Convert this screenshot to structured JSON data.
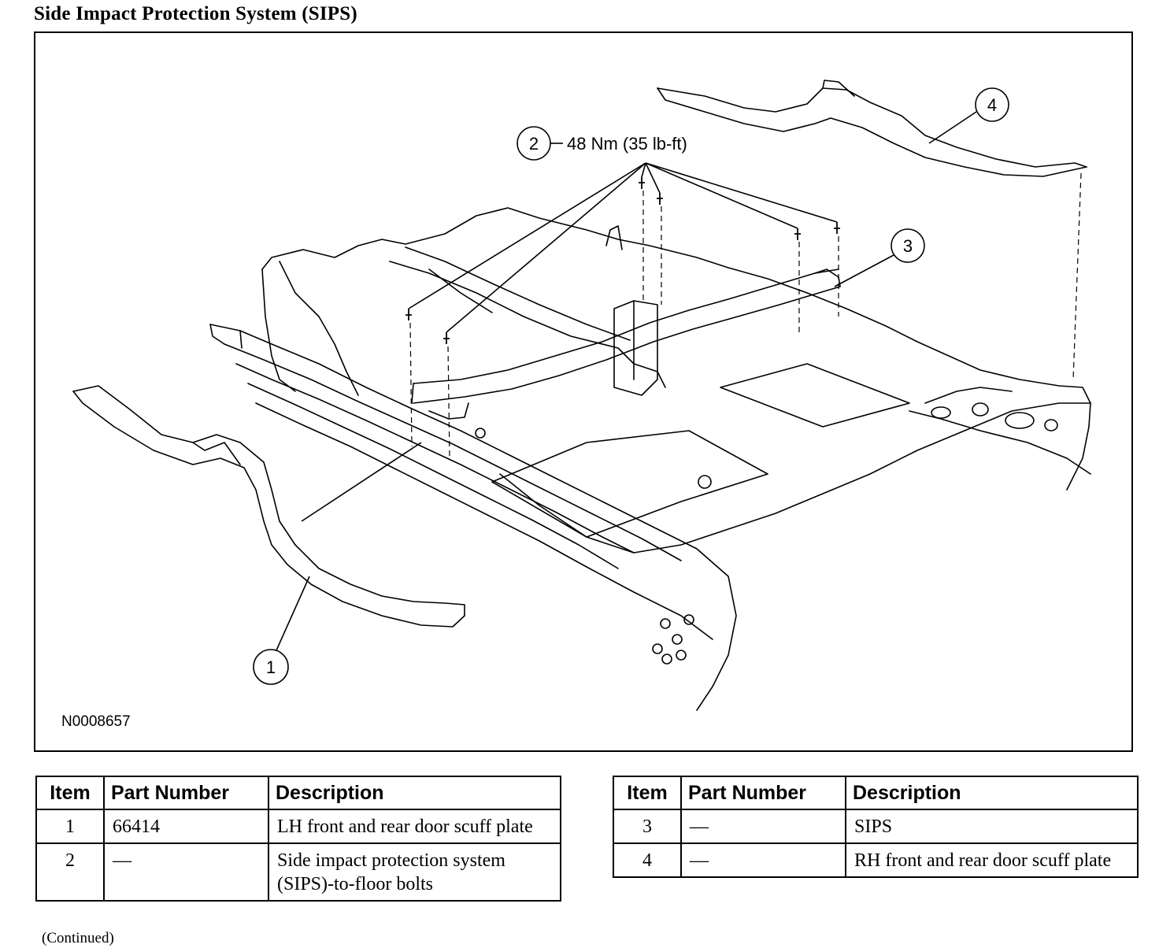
{
  "title": "Side Impact Protection System (SIPS)",
  "figure": {
    "id": "N0008657",
    "callouts": [
      {
        "number": "1"
      },
      {
        "number": "2",
        "label": "48 Nm (35 lb-ft)"
      },
      {
        "number": "3"
      },
      {
        "number": "4"
      }
    ]
  },
  "tables": [
    {
      "headers": [
        "Item",
        "Part Number",
        "Description"
      ],
      "rows": [
        {
          "item": "1",
          "part": "66414",
          "desc": "LH front and rear door scuff plate"
        },
        {
          "item": "2",
          "part": "—",
          "desc": "Side impact protection system (SIPS)-to-floor bolts"
        }
      ]
    },
    {
      "headers": [
        "Item",
        "Part Number",
        "Description"
      ],
      "rows": [
        {
          "item": "3",
          "part": "—",
          "desc": "SIPS"
        },
        {
          "item": "4",
          "part": "—",
          "desc": "RH front and rear door scuff plate"
        }
      ]
    }
  ],
  "footnote": "(Continued)"
}
